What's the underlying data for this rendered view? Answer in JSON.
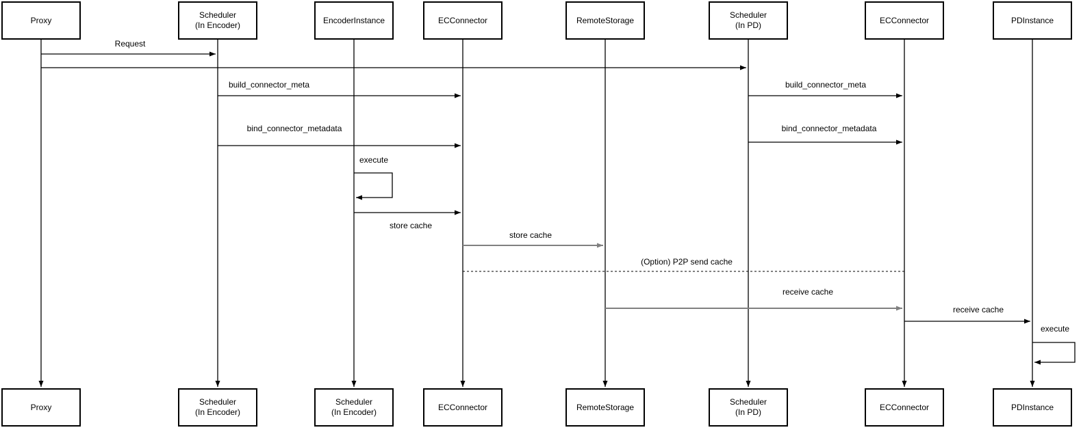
{
  "diagram": {
    "type": "sequence-diagram",
    "colors": {
      "background": "#ffffff",
      "line": "#000000",
      "gray_line": "#808080",
      "text": "#000000",
      "box_border": "#000000",
      "box_fill": "#ffffff"
    }
  },
  "actors": [
    {
      "id": "proxy",
      "top_label": "Proxy",
      "bottom_label": "Proxy"
    },
    {
      "id": "scheduler-encoder",
      "top_label": "Scheduler\n(In Encoder)",
      "bottom_label": "Scheduler\n(In Encoder)"
    },
    {
      "id": "encoder-instance",
      "top_label": "EncoderInstance",
      "bottom_label": "Scheduler\n(In Encoder)"
    },
    {
      "id": "ec-connector-1",
      "top_label": "ECConnector",
      "bottom_label": "ECConnector"
    },
    {
      "id": "remote-storage",
      "top_label": "RemoteStorage",
      "bottom_label": "RemoteStorage"
    },
    {
      "id": "scheduler-pd",
      "top_label": "Scheduler\n(In PD)",
      "bottom_label": "Scheduler\n(In PD)"
    },
    {
      "id": "ec-connector-2",
      "top_label": "ECConnector",
      "bottom_label": "ECConnector"
    },
    {
      "id": "pd-instance",
      "top_label": "PDInstance",
      "bottom_label": "PDInstance"
    }
  ],
  "messages": [
    {
      "label": "Request",
      "from": "Proxy",
      "to": "Scheduler (In Encoder)",
      "style": "solid"
    },
    {
      "label": "",
      "from": "Proxy",
      "to": "Scheduler (In PD)",
      "style": "solid"
    },
    {
      "label": "build_connector_meta",
      "from": "Scheduler (In Encoder)",
      "to": "ECConnector",
      "style": "solid"
    },
    {
      "label": "build_connector_meta",
      "from": "Scheduler (In PD)",
      "to": "ECConnector",
      "style": "solid"
    },
    {
      "label": "bind_connector_metadata",
      "from": "Scheduler (In Encoder)",
      "to": "ECConnector",
      "style": "solid"
    },
    {
      "label": "bind_connector_metadata",
      "from": "Scheduler (In PD)",
      "to": "ECConnector",
      "style": "solid"
    },
    {
      "label": "execute",
      "from": "EncoderInstance",
      "to": "EncoderInstance",
      "style": "self"
    },
    {
      "label": "store cache",
      "from": "EncoderInstance",
      "to": "ECConnector",
      "style": "solid"
    },
    {
      "label": "store cache",
      "from": "ECConnector",
      "to": "RemoteStorage",
      "style": "solid-gray"
    },
    {
      "label": "(Option) P2P send cache",
      "from": "ECConnector",
      "to": "ECConnector",
      "style": "dashed"
    },
    {
      "label": "receive cache",
      "from": "RemoteStorage",
      "to": "ECConnector",
      "style": "solid-gray"
    },
    {
      "label": "receive cache",
      "from": "ECConnector",
      "to": "PDInstance",
      "style": "solid"
    },
    {
      "label": "execute",
      "from": "PDInstance",
      "to": "PDInstance",
      "style": "self"
    }
  ]
}
